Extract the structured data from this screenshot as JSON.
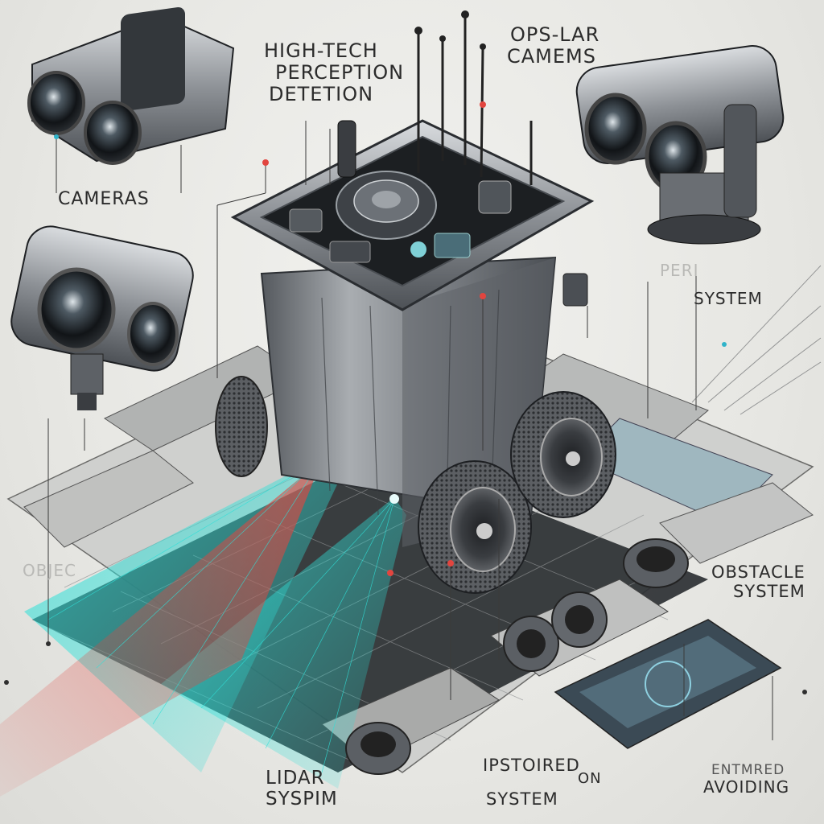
{
  "labels": {
    "high_tech": [
      "HIGH-TECH",
      "PERCEPTION",
      "DETETION"
    ],
    "ops_lar": [
      "OPS-LAR",
      "CAMEMS"
    ],
    "cameras": "CAMERAS",
    "peri_faint": "PERI",
    "system_right": "SYSTEM",
    "obje_faint": "OBJEC",
    "obstacle": [
      "OBSTACLE",
      "SYSTEM"
    ],
    "lidar": [
      "LIDAR",
      "SYSPIM"
    ],
    "ipstoired": [
      "IPSTOIRED",
      "ON",
      "SYSTEM"
    ],
    "avoiding": [
      "ENTMRED",
      "AVOIDING"
    ]
  },
  "icons": [
    "stereo-camera-icon",
    "dual-lens-camera-icon",
    "pivot-camera-icon",
    "robot-bin-icon",
    "lidar-beam-icon",
    "sensor-module-icon"
  ],
  "colors": {
    "background": "#e9e9e6",
    "metal": "#7d8186",
    "lidar_cyan": "#2fe0d8",
    "laser_red": "#e2453f",
    "ink": "#2b2b2b"
  }
}
